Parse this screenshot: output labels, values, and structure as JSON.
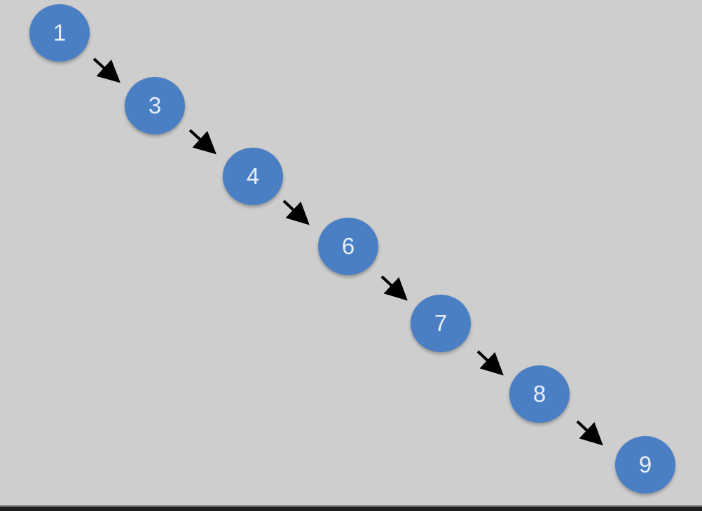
{
  "diagram": {
    "nodes": [
      {
        "id": "n1",
        "label": "1"
      },
      {
        "id": "n3",
        "label": "3"
      },
      {
        "id": "n4",
        "label": "4"
      },
      {
        "id": "n6",
        "label": "6"
      },
      {
        "id": "n7",
        "label": "7"
      },
      {
        "id": "n8",
        "label": "8"
      },
      {
        "id": "n9",
        "label": "9"
      }
    ],
    "edges": [
      {
        "from": "n1",
        "to": "n3"
      },
      {
        "from": "n3",
        "to": "n4"
      },
      {
        "from": "n4",
        "to": "n6"
      },
      {
        "from": "n6",
        "to": "n7"
      },
      {
        "from": "n7",
        "to": "n8"
      },
      {
        "from": "n8",
        "to": "n9"
      }
    ],
    "colors": {
      "node_fill": "#4a7fc4",
      "node_text": "#e9eef6",
      "arrow": "#000000",
      "background": "#cecece"
    }
  }
}
